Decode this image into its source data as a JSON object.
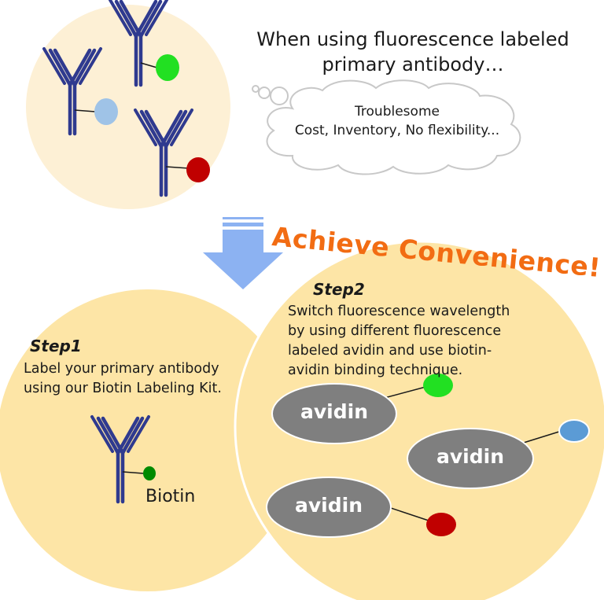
{
  "header": {
    "question_line1": "When using fluorescence labeled",
    "question_line2": "primary antibody…"
  },
  "thought_cloud": {
    "line1": "Troublesome",
    "line2": "Cost, Inventory, No flexibility..."
  },
  "banner": {
    "text": "Achieve Convenience!"
  },
  "step1": {
    "title": "Step1",
    "line1": "Label your primary antibody",
    "line2": "using our Biotin Labeling Kit.",
    "biotin_label": "Biotin"
  },
  "step2": {
    "title": "Step2",
    "line1": "Switch fluorescence wavelength",
    "line2": "by using different fluorescence",
    "line3": "labeled avidin and use biotin-",
    "line4": "avidin binding technique.",
    "avidins": [
      {
        "label": "avidin",
        "dye_color": "#22e022"
      },
      {
        "label": "avidin",
        "dye_color": "#5b9bd5"
      },
      {
        "label": "avidin",
        "dye_color": "#c00000"
      }
    ]
  },
  "colors": {
    "circle_top": "#fdf0d5",
    "circle_bottom": "#fde5a6",
    "antibody": "#2f3a8f",
    "arrow": "#8cb2f2",
    "avidin_fill": "#7f7f7f",
    "banner": "#f26c13",
    "dye_green": "#22e022",
    "dye_light_blue": "#9fc3e7",
    "dye_red": "#c00000",
    "biotin_green": "#008a00"
  },
  "icons": [
    "antibody-icon",
    "down-arrow-icon",
    "thought-cloud-icon",
    "fluorescent-dye-icon",
    "biotin-icon"
  ]
}
